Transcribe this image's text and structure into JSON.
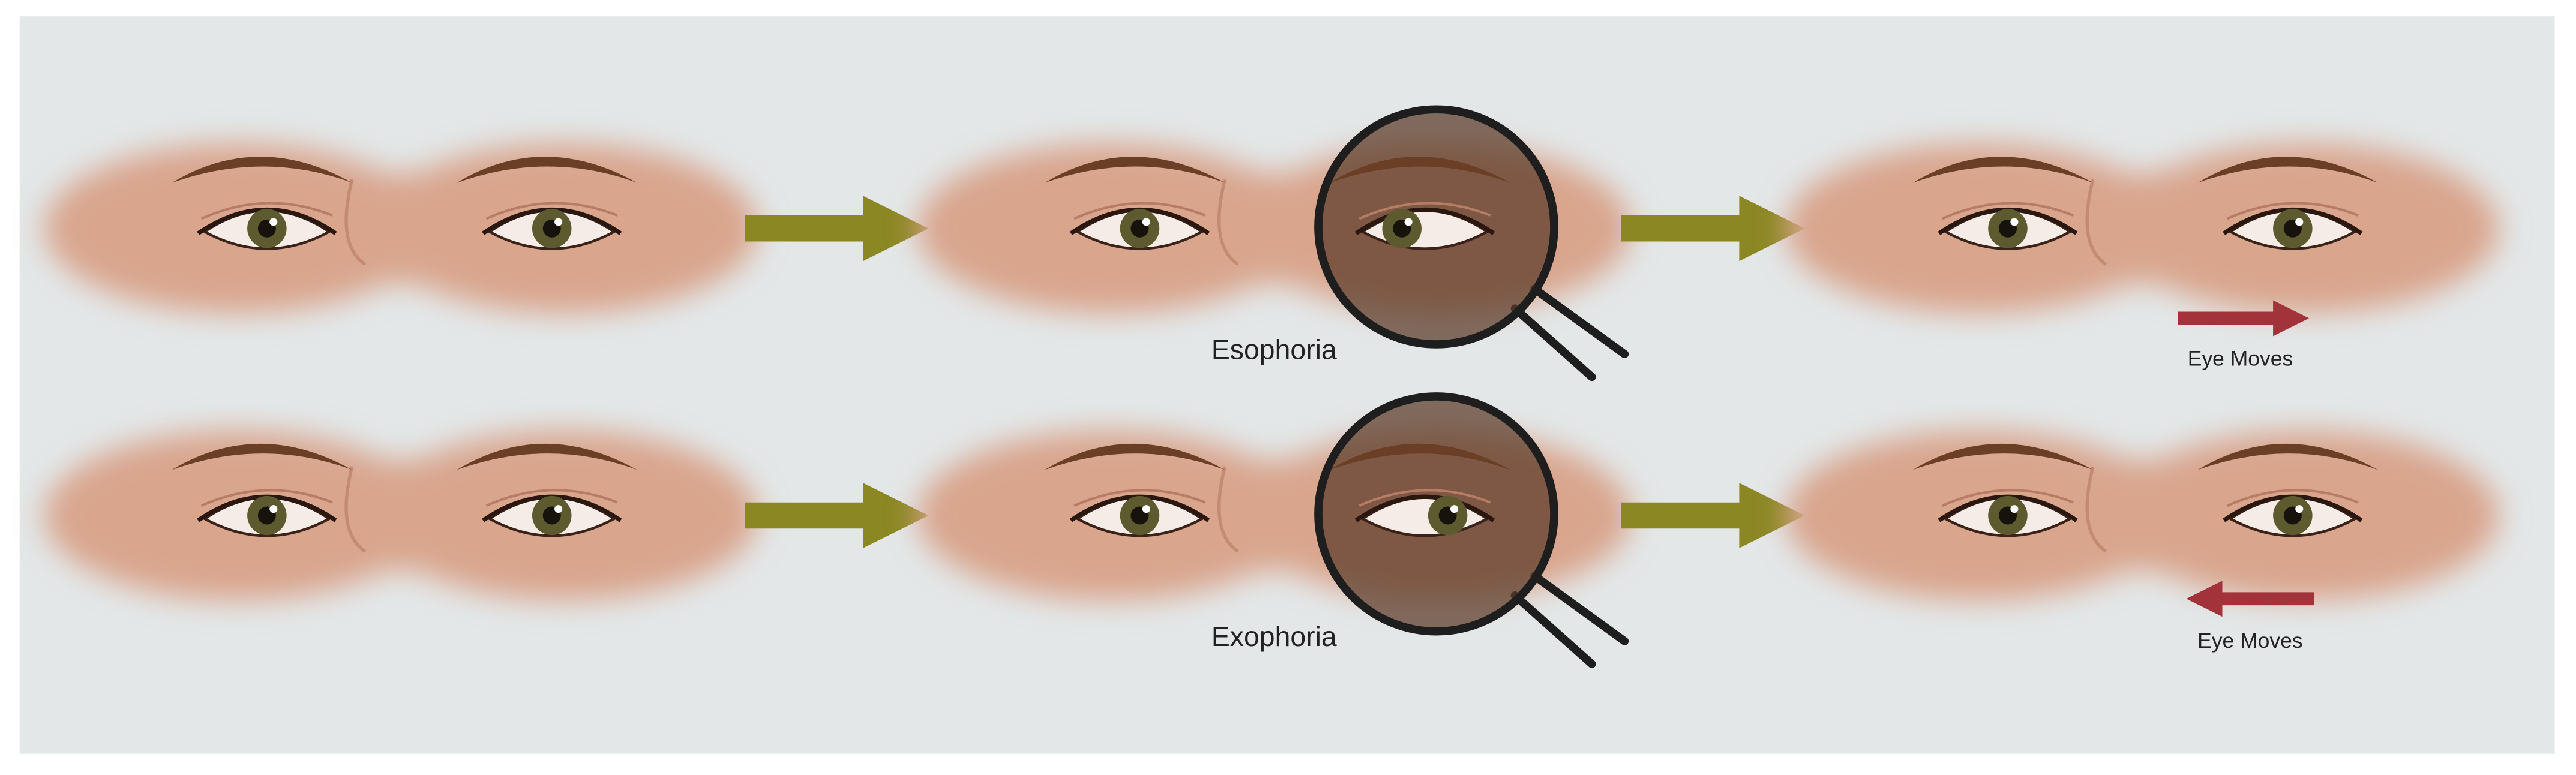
{
  "rows": [
    {
      "condition_label": "Esophoria",
      "movement_label": "Eye Moves",
      "movement_direction": "right"
    },
    {
      "condition_label": "Exophoria",
      "movement_label": "Eye Moves",
      "movement_direction": "left"
    }
  ],
  "colors": {
    "background_panel": "#e3e7e8",
    "skin": "#d9a58d",
    "brow": "#6b3f26",
    "iris": "#5c5a2e",
    "sclera": "#f6ece7",
    "step_arrow": "#8b8723",
    "movement_arrow": "#a3333a",
    "magnifier_rim": "#1e1e1e",
    "magnifier_tint": "#5a3a28"
  }
}
